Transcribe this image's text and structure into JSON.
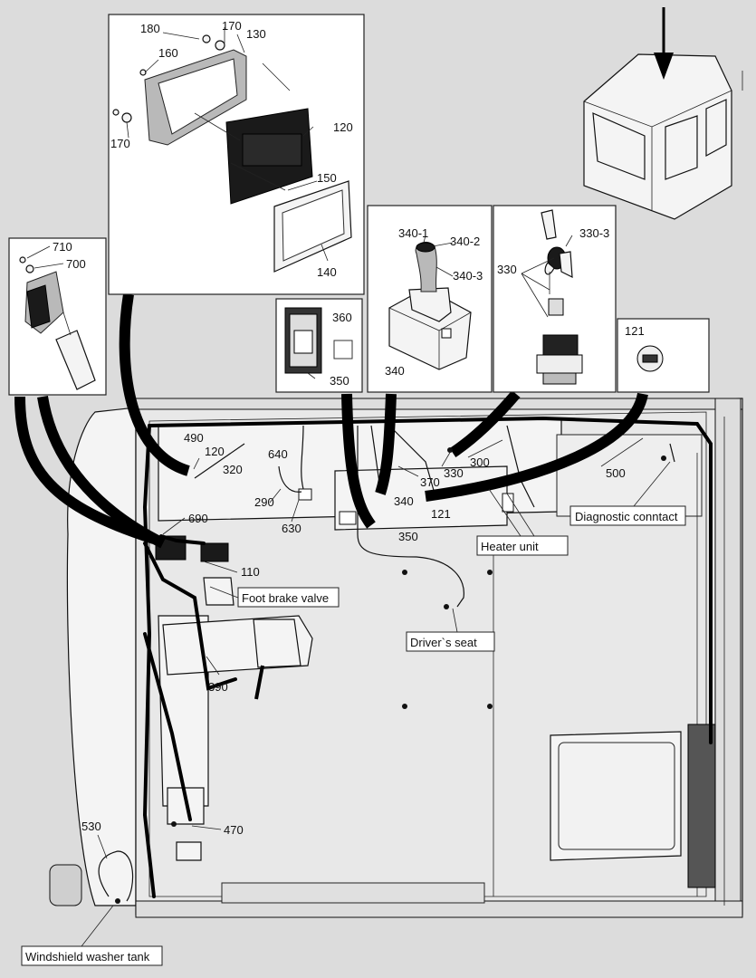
{
  "callouts": {
    "c180": "180",
    "c170a": "170",
    "c130": "130",
    "c160": "160",
    "c170b": "170",
    "c120a": "120",
    "c150": "150",
    "c140": "140",
    "c710": "710",
    "c700": "700",
    "c340_1": "340-1",
    "c340_2": "340-2",
    "c340_3": "340-3",
    "c340a": "340",
    "c330_3": "330-3",
    "c330a": "330",
    "c360": "360",
    "c350a": "350",
    "c121a": "121",
    "c490": "490",
    "c120b": "120",
    "c320": "320",
    "c640": "640",
    "c290": "290",
    "c630": "630",
    "c370": "370",
    "c330b": "330",
    "c300": "300",
    "c500": "500",
    "c340b": "340",
    "c121b": "121",
    "c350b": "350",
    "c690": "690",
    "c110": "110",
    "c390": "390",
    "c470": "470",
    "c530": "530"
  },
  "labels": {
    "diagnostic": "Diagnostic conntact",
    "heater": "Heater unit",
    "foot_brake": "Foot brake valve",
    "drivers_seat": "Driver`s seat",
    "washer_tank": "Windshield washer tank"
  }
}
